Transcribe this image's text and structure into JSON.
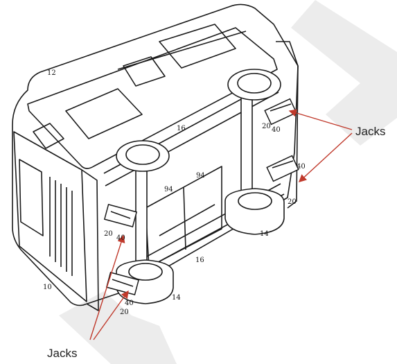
{
  "colors": {
    "watermark": "#dcdcdc",
    "line": "#1a1a1a",
    "arrow": "#c0392b",
    "label": "#222222"
  },
  "callouts": {
    "jacks_right": "Jacks",
    "jacks_bottom": "Jacks"
  },
  "reference_numerals": {
    "body": "12",
    "frame": "10",
    "rail_upper": "16",
    "rail_lower": "16",
    "wheel_right": "14",
    "wheel_left": "14",
    "brace_left": "94",
    "brace_right": "94",
    "jack_ur_a": "20",
    "jack_ur_b": "40",
    "jack_mr_a": "40",
    "jack_mr_b": "20",
    "jack_ml_a": "20",
    "jack_ml_b": "40",
    "jack_bl_a": "20",
    "jack_bl_b": "40"
  }
}
